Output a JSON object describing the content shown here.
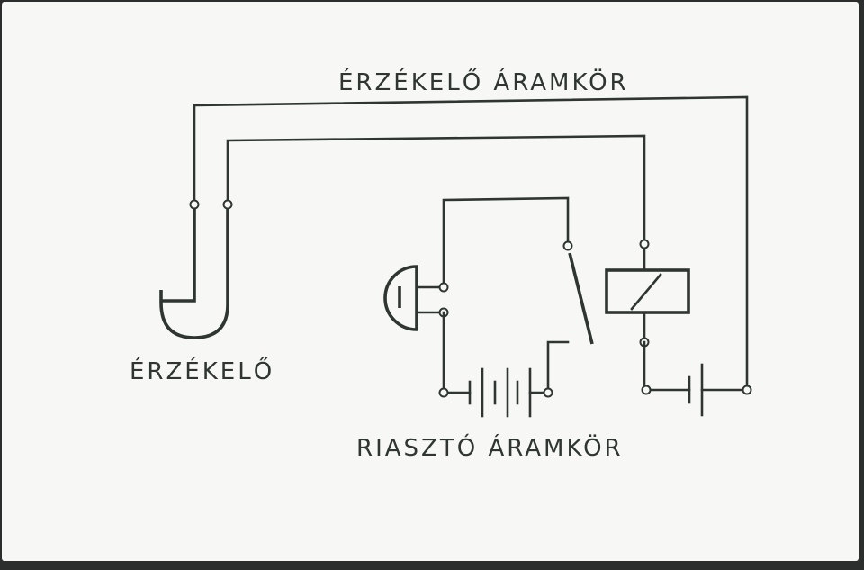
{
  "labels": {
    "sensor_circuit": "ÉRZÉKELŐ ÁRAMKÖR",
    "sensor": "ÉRZÉKELŐ",
    "alarm_circuit": "RIASZTÓ ÁRAMKÖR"
  },
  "colors": {
    "ink": "#2f3632",
    "paper": "#f7f8f5",
    "frame": "#2c2e2d"
  },
  "components": {
    "sensor": "sensor-probe-icon",
    "bell": "bell-icon",
    "relay_switch": "switch-contact-icon",
    "relay_coil": "relay-coil-icon",
    "alarm_battery": "battery-icon",
    "sensor_battery": "battery-cell-icon"
  }
}
